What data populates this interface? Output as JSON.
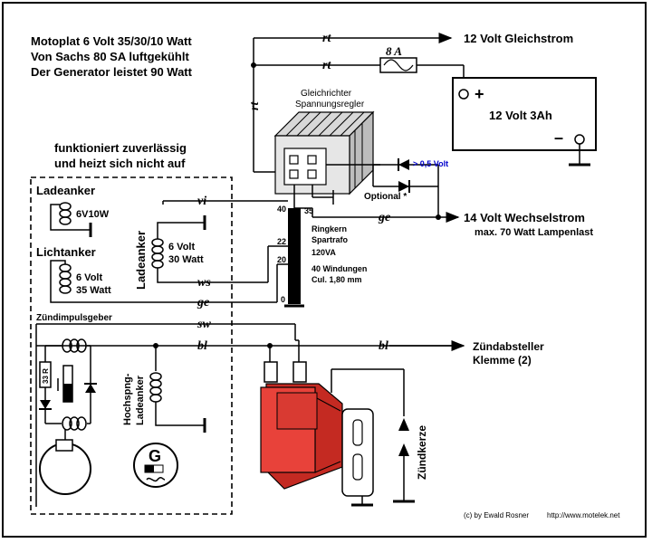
{
  "header": {
    "line1": "Motoplat 6 Volt 35/30/10 Watt",
    "line2": "Von Sachs 80 SA  luftgekühlt",
    "line3": "Der Generator leistet  90 Watt"
  },
  "note": {
    "line1": "funktioniert zuverlässig",
    "line2": "und heizt sich nicht auf"
  },
  "outputs": {
    "dc": "12 Volt Gleichstrom",
    "ac": "14 Volt Wechselstrom",
    "ac_sub": "max. 70 Watt Lampenlast",
    "kill": "Zündabsteller",
    "kill_sub": "Klemme  (2)"
  },
  "fuse": "8  A",
  "battery": {
    "label": "12 Volt 3Ah",
    "plus": "+",
    "minus": "–"
  },
  "regulator": {
    "line1": "Gleichrichter",
    "line2": "Spannungsregler"
  },
  "diode": {
    "voltage": "> 0,5 Volt",
    "optional": "Optional *"
  },
  "transformer": {
    "line1": "Ringkern",
    "line2": "Spartrafo",
    "line3": "120VA",
    "line4": "40 Windungen",
    "line5": "Cul. 1,80 mm",
    "taps": {
      "t40": "40",
      "t35": "35",
      "t22": "22",
      "t20": "20",
      "t0": "0"
    }
  },
  "wires": {
    "rt1": "rt",
    "rt2": "rt",
    "rt3": "rt",
    "vi": "vi",
    "ge1": "ge",
    "ws": "ws",
    "ge2": "ge",
    "sw": "sw",
    "bl1": "bl",
    "bl2": "bl"
  },
  "generator": {
    "ladeanker1": "Ladeanker",
    "ladeanker1_rating": "6V10W",
    "ladeanker2": "Ladeanker",
    "ladeanker2_rating1": "6 Volt",
    "ladeanker2_rating2": "30 Watt",
    "lichtanker": "Lichtanker",
    "lichtanker_rating1": "6 Volt",
    "lichtanker_rating2": "35 Watt",
    "zuendimpuls": "Zündimpulsgeber",
    "resistor": "33 R",
    "hochspng1": "Hochspng-",
    "hochspng2": "Ladeanker",
    "g_label": "G"
  },
  "sparkplug": "Zündkerze",
  "footer": {
    "credit": "(c) by Ewald Rosner",
    "url": "http://www.motelek.net"
  },
  "colors": {
    "coil": "#e8423a",
    "coil_dark": "#c42a22",
    "diode_text": "#0000cc"
  }
}
